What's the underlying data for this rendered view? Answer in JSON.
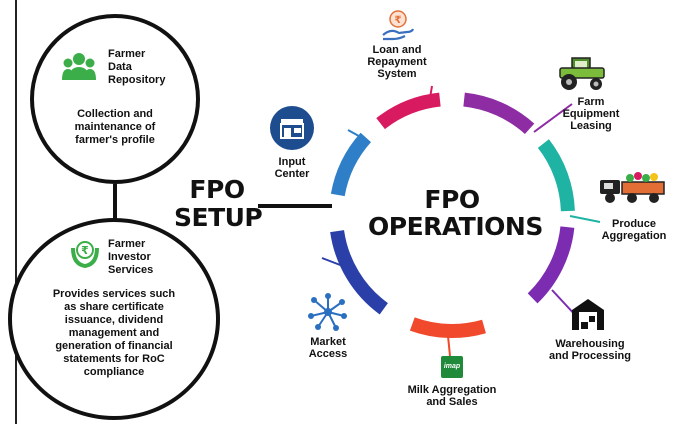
{
  "left_panel": {
    "repository": {
      "title_lines": [
        "Farmer",
        "Data",
        "Repository"
      ],
      "desc_lines": [
        "Collection and",
        "maintenance of",
        "farmer's profile"
      ]
    },
    "investor": {
      "title_lines": [
        "Farmer",
        "Investor",
        "Services"
      ],
      "desc_lines": [
        "Provides services such",
        "as share certificate",
        "issuance, dividend",
        "management and",
        "generation of financial",
        "statements for RoC",
        "compliance"
      ]
    }
  },
  "fpo_setup": {
    "line1": "FPO",
    "line2": "SETUP"
  },
  "fpo_operations": {
    "line1": "FPO",
    "line2": "OPERATIONS"
  },
  "segments": {
    "input_center": {
      "lines": [
        "Input",
        "Center"
      ],
      "color": "#2e7fc8",
      "icon": "store-icon"
    },
    "loan": {
      "lines": [
        "Loan and",
        "Repayment",
        "System"
      ],
      "color": "#d81b60",
      "icon": "rupee-hand-icon"
    },
    "farm_equipment": {
      "lines": [
        "Farm",
        "Equipment",
        "Leasing"
      ],
      "color": "#8e2ca3",
      "icon": "tractor-icon"
    },
    "produce": {
      "lines": [
        "Produce",
        "Aggregation"
      ],
      "color": "#1fb3a3",
      "icon": "truck-produce-icon"
    },
    "warehousing": {
      "lines": [
        "Warehousing",
        "and Processing"
      ],
      "color": "#7b2cb0",
      "icon": "warehouse-icon"
    },
    "milk": {
      "lines": [
        "Milk Aggregation",
        "and Sales"
      ],
      "color": "#f0492b",
      "icon": "imap-icon",
      "badge": "imap"
    },
    "market": {
      "lines": [
        "Market",
        "Access"
      ],
      "color": "#2a3fa8",
      "icon": "network-icon"
    }
  }
}
